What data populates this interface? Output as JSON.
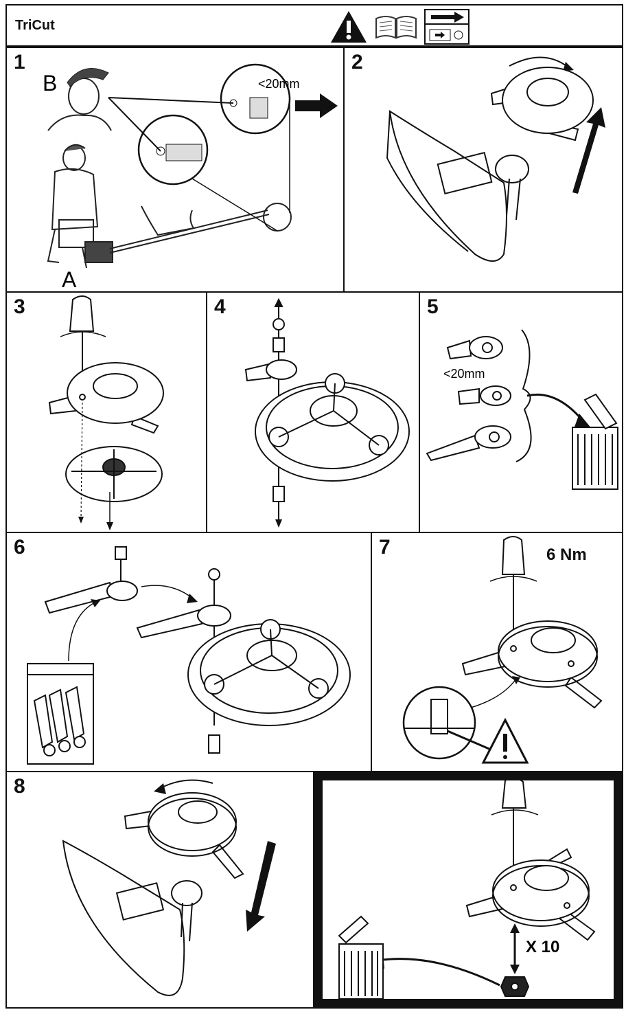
{
  "header": {
    "title": "TriCut"
  },
  "icons": [
    "warning-icon",
    "manual-book-icon",
    "arrow-instruction-icon"
  ],
  "panels": [
    {
      "number": "1",
      "labels": {
        "b": "B",
        "a": "A",
        "measure": "<20mm"
      }
    },
    {
      "number": "2"
    },
    {
      "number": "3"
    },
    {
      "number": "4"
    },
    {
      "number": "5",
      "labels": {
        "measure": "<20mm"
      }
    },
    {
      "number": "6"
    },
    {
      "number": "7",
      "labels": {
        "torque": "6 Nm"
      }
    },
    {
      "number": "8"
    },
    {
      "number": "",
      "labels": {
        "times": "X 10"
      }
    }
  ]
}
